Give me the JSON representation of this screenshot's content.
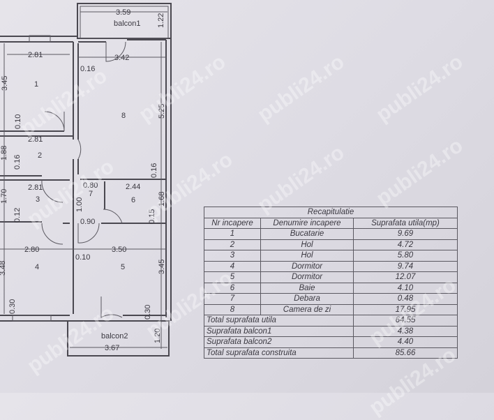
{
  "watermark": "publi24.ro",
  "plan": {
    "balconies": [
      "balcon1",
      "balcon2"
    ],
    "rooms": [
      "1",
      "2",
      "3",
      "4",
      "5",
      "6",
      "7",
      "8"
    ],
    "dimensions": {
      "balcon1_width": "3.59",
      "balcon1_depth": "1.22",
      "r1_width": "2.81",
      "r8_width": "3.42",
      "wall_016a": "0.16",
      "r1_height": "3.45",
      "r8_height": "5.25",
      "wall_010a": "0.10",
      "r2_width": "2.81",
      "r2_height": "1.88",
      "wall_016b": "0.16",
      "wall_016c": "0.16",
      "r3_width": "2.81",
      "r7_width": "0.80",
      "r6_width": "2.44",
      "r3_height": "1.70",
      "r6_height": "1.68",
      "r7_height": "1.00",
      "wall_012": "0.12",
      "hall_090": "0.90",
      "wall_015": "0.15",
      "r4_width": "2.80",
      "r5_width": "3.50",
      "wall_010b": "0.10",
      "r4_height": "3.48",
      "r5_height": "3.45",
      "wall_030a": "0.30",
      "wall_030b": "0.30",
      "balcon2_depth": "1.20",
      "balcon2_width": "3.67"
    }
  },
  "table": {
    "title": "Recapitulatie",
    "headers": [
      "Nr incapere",
      "Denumire incapere",
      "Suprafata utila(mp)"
    ],
    "rows": [
      {
        "nr": "1",
        "name": "Bucatarie",
        "area": "9.69"
      },
      {
        "nr": "2",
        "name": "Hol",
        "area": "4.72"
      },
      {
        "nr": "3",
        "name": "Hol",
        "area": "5.80"
      },
      {
        "nr": "4",
        "name": "Dormitor",
        "area": "9.74"
      },
      {
        "nr": "5",
        "name": "Dormitor",
        "area": "12.07"
      },
      {
        "nr": "6",
        "name": "Baie",
        "area": "4.10"
      },
      {
        "nr": "7",
        "name": "Debara",
        "area": "0.48"
      },
      {
        "nr": "8",
        "name": "Camera de zi",
        "area": "17.95"
      }
    ],
    "totals": [
      {
        "label": "Total suprafata utila",
        "value": "64.55"
      },
      {
        "label": "Suprafata balcon1",
        "value": "4.38"
      },
      {
        "label": "Suprafata balcon2",
        "value": "4.40"
      },
      {
        "label": "Total suprafata construita",
        "value": "85.66"
      }
    ]
  }
}
